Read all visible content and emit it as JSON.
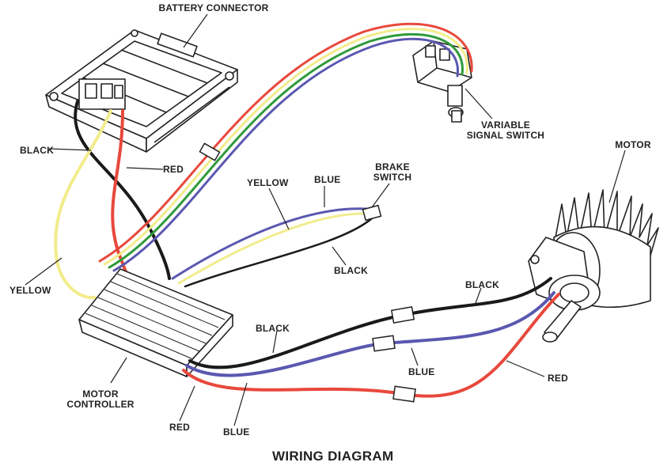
{
  "title": "WIRING DIAGRAM",
  "components": {
    "battery_connector": "BATTERY CONNECTOR",
    "variable_signal_switch_line1": "VARIABLE",
    "variable_signal_switch_line2": "SIGNAL SWITCH",
    "motor": "MOTOR",
    "brake_switch_line1": "BRAKE",
    "brake_switch_line2": "SWITCH",
    "motor_controller_line1": "MOTOR",
    "motor_controller_line2": "CONTROLLER"
  },
  "wire_labels": {
    "black_battery": "BLACK",
    "red_battery": "RED",
    "yellow_left": "YELLOW",
    "yellow_brake": "YELLOW",
    "blue_brake": "BLUE",
    "black_brake": "BLACK",
    "black_motor": "BLACK",
    "black_mid": "BLACK",
    "blue_mid": "BLUE",
    "red_motor": "RED",
    "red_bottom": "RED",
    "blue_bottom": "BLUE"
  },
  "colors": {
    "black_wire": "#1a1a1a",
    "red_wire": "#e8483c",
    "yellow_wire": "#f2ec8c",
    "blue_wire": "#5a58b0",
    "green_wire": "#2f9a3a",
    "outline": "#222222"
  }
}
